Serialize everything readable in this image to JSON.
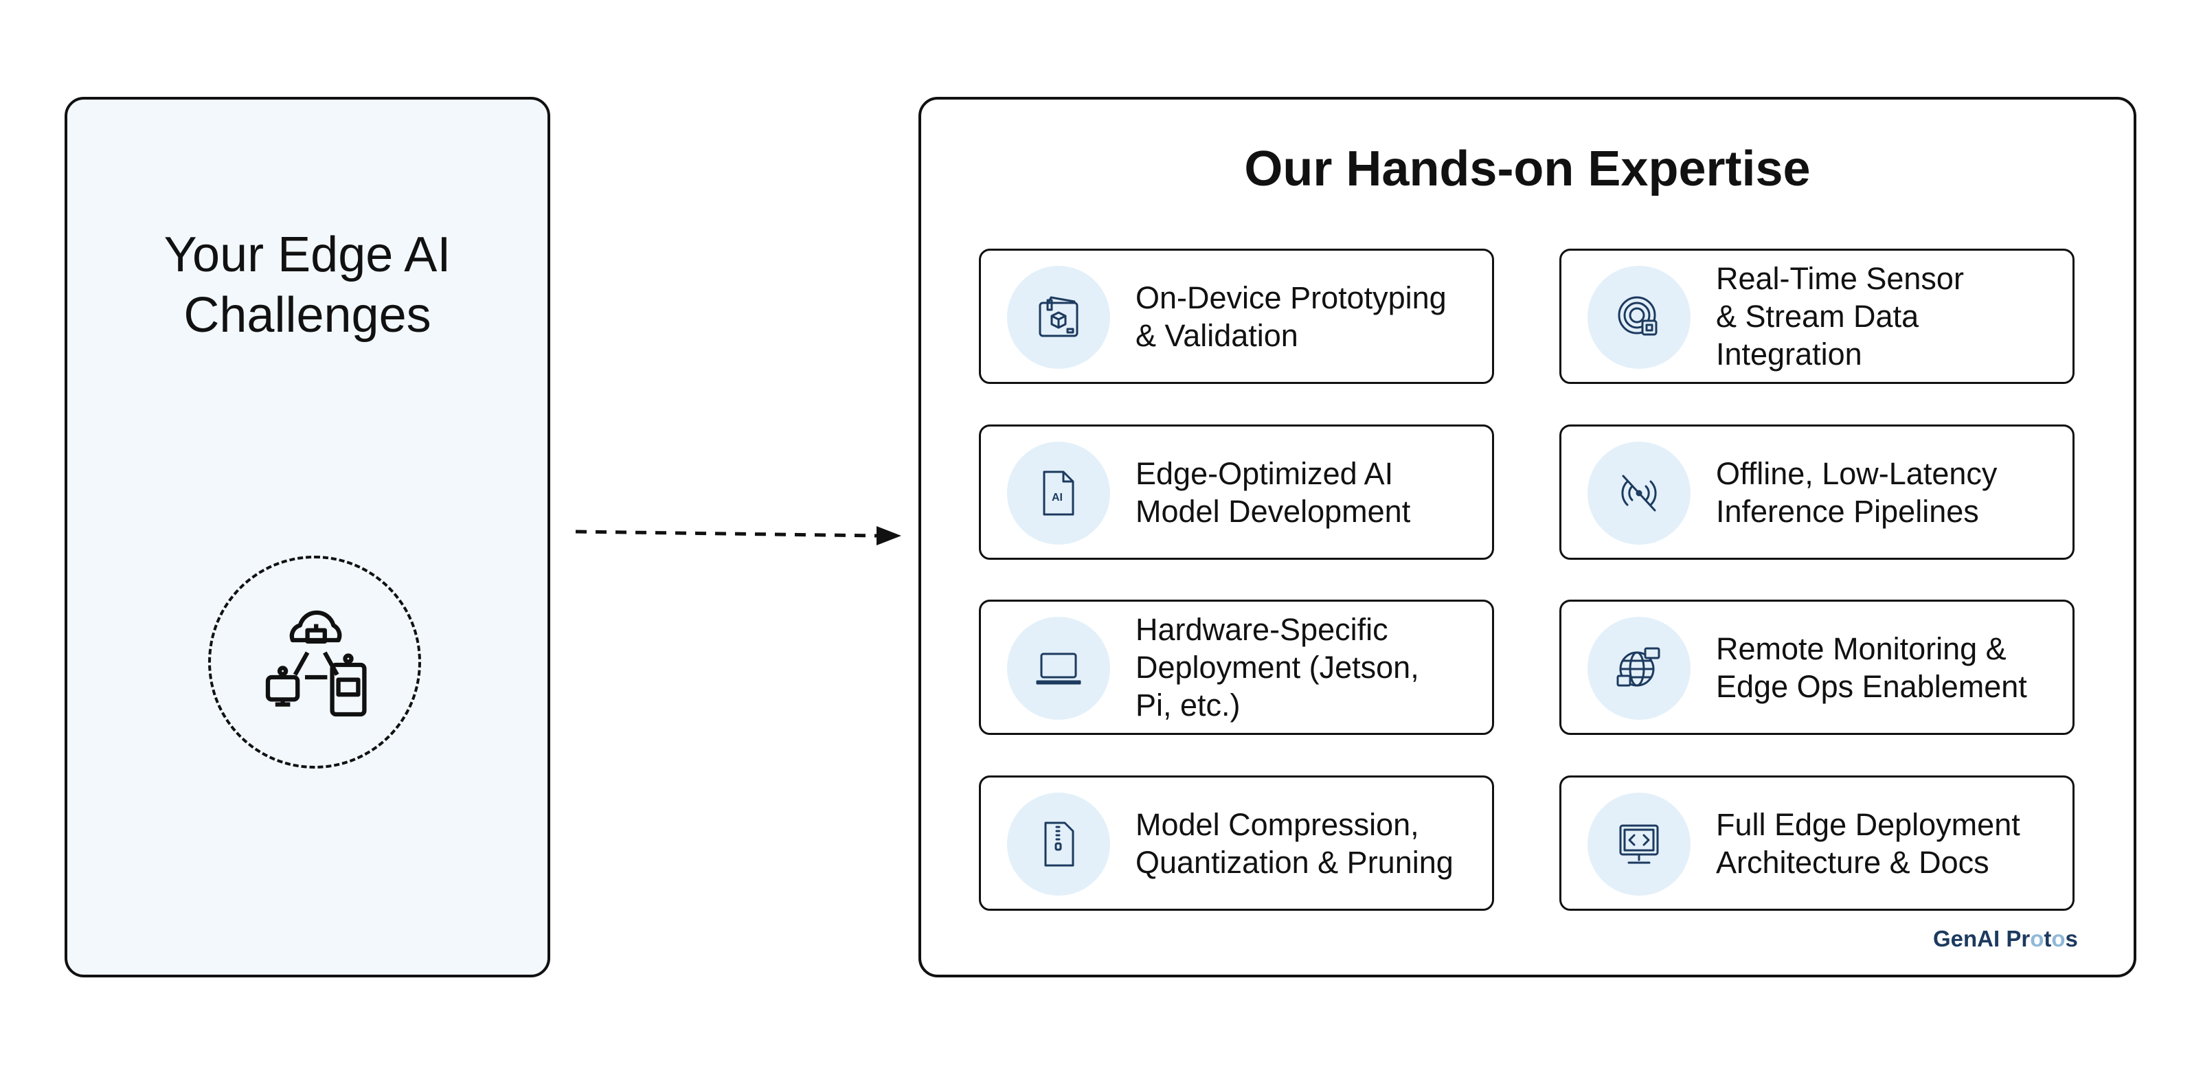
{
  "left_panel": {
    "title": "Your Edge AI\nChallenges",
    "icon": "cloud-robots-network-icon"
  },
  "right_panel": {
    "title": "Our Hands-on Expertise",
    "cards": [
      {
        "label": "On-Device Prototyping\n& Validation",
        "icon": "3d-printer-icon"
      },
      {
        "label": "Real-Time Sensor\n& Stream Data\nIntegration",
        "icon": "sensor-icon"
      },
      {
        "label": "Edge-Optimized AI\nModel Development",
        "icon": "ai-file-icon"
      },
      {
        "label": "Offline, Low-Latency\nInference Pipelines",
        "icon": "no-signal-icon"
      },
      {
        "label": "Hardware-Specific\nDeployment (Jetson,\nPi, etc.)",
        "icon": "laptop-icon"
      },
      {
        "label": "Remote Monitoring &\nEdge Ops Enablement",
        "icon": "globe-devices-icon"
      },
      {
        "label": "Model Compression,\nQuantization & Pruning",
        "icon": "zip-file-icon"
      },
      {
        "label": "Full Edge Deployment\nArchitecture & Docs",
        "icon": "code-monitor-icon"
      }
    ]
  },
  "logo": {
    "text_a": "GenAI Pr",
    "text_b": "o",
    "text_c": "t",
    "text_d": "o",
    "text_e": "s"
  },
  "colors": {
    "accent": "#1d3a5f",
    "icon_bg": "#e3f0f9",
    "left_bg": "#f2f8fc"
  }
}
